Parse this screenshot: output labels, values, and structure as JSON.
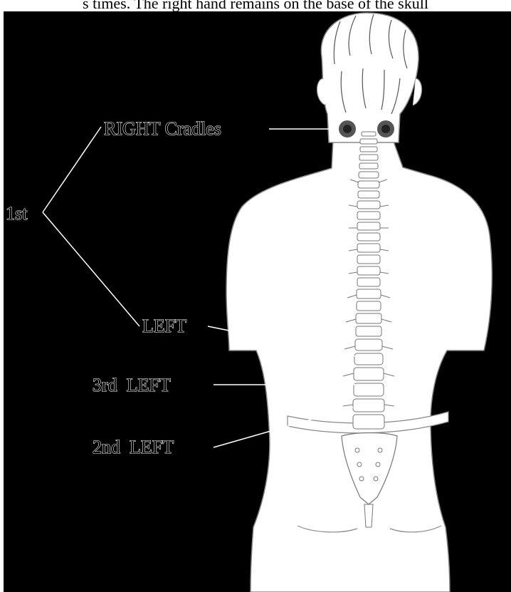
{
  "caption": "s times. The right hand remains on the base of the skull",
  "labels": {
    "right_cradles": "RIGHT Cradles",
    "first": "1st",
    "left_upper": "LEFT",
    "third_left": "3rd  LEFT",
    "second_left": "2nd  LEFT"
  },
  "colors": {
    "background": "#000000",
    "body_fill": "#ffffff",
    "outline": "#777777",
    "label_outline": "#ffffff"
  }
}
